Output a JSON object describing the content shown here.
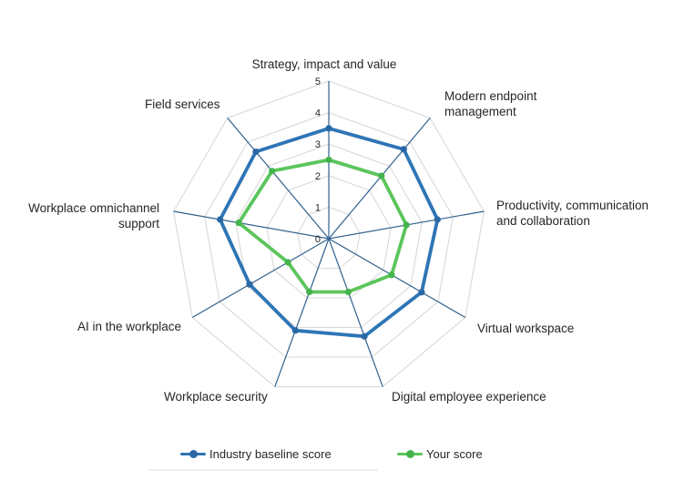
{
  "chart_data": {
    "type": "radar",
    "categories": [
      "Strategy, impact and value",
      "Modern endpoint management",
      "Productivity, communication and collaboration",
      "Virtual workspace",
      "Digital employee experience",
      "Workplace security",
      "AI in the workplace",
      "Workplace omnichannel support",
      "Field services"
    ],
    "series": [
      {
        "name": "Industry baseline score",
        "color": "#2E75B6",
        "marker_color": "#2A67A5",
        "values": [
          3.5,
          3.7,
          3.5,
          3.4,
          3.3,
          3.1,
          2.9,
          3.5,
          3.6
        ]
      },
      {
        "name": "Your score",
        "color": "#5CC55C",
        "marker_color": "#43B44B",
        "values": [
          2.5,
          2.6,
          2.5,
          2.3,
          1.8,
          1.8,
          1.5,
          2.9,
          2.8
        ]
      }
    ],
    "ticks": [
      0,
      1,
      2,
      3,
      4,
      5
    ],
    "ylim": [
      0,
      5
    ],
    "grid": "polygon-rings-on",
    "grid_color": "#D9D9D9",
    "axis_color": "#31618E",
    "legend_position": "bottom",
    "title": ""
  },
  "legend": {
    "items": [
      {
        "label": "Industry baseline score",
        "color": "#2E75B6"
      },
      {
        "label": "Your score",
        "color": "#5CC55C"
      }
    ]
  },
  "colors": {
    "background": "#FFFFFF",
    "text": "#262626",
    "baseline_blue": "#2E75B6",
    "score_green": "#5CC55C",
    "grid_gray": "#D9D9D9",
    "axis_steel_blue": "#31618E"
  }
}
